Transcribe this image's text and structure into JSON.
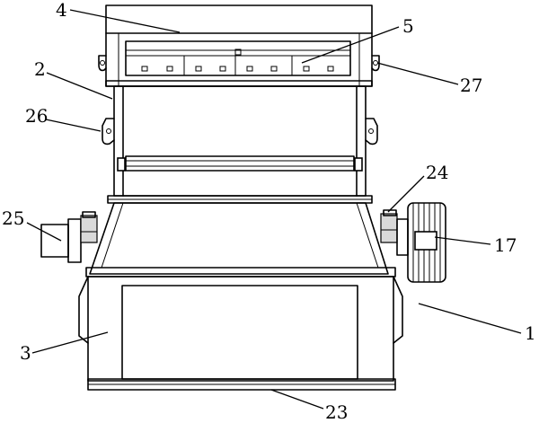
{
  "labels": {
    "l1": "1",
    "l2": "2",
    "l3": "3",
    "l4": "4",
    "l5": "5",
    "l17": "17",
    "l23": "23",
    "l24": "24",
    "l25": "25",
    "l26": "26",
    "l27": "27"
  }
}
